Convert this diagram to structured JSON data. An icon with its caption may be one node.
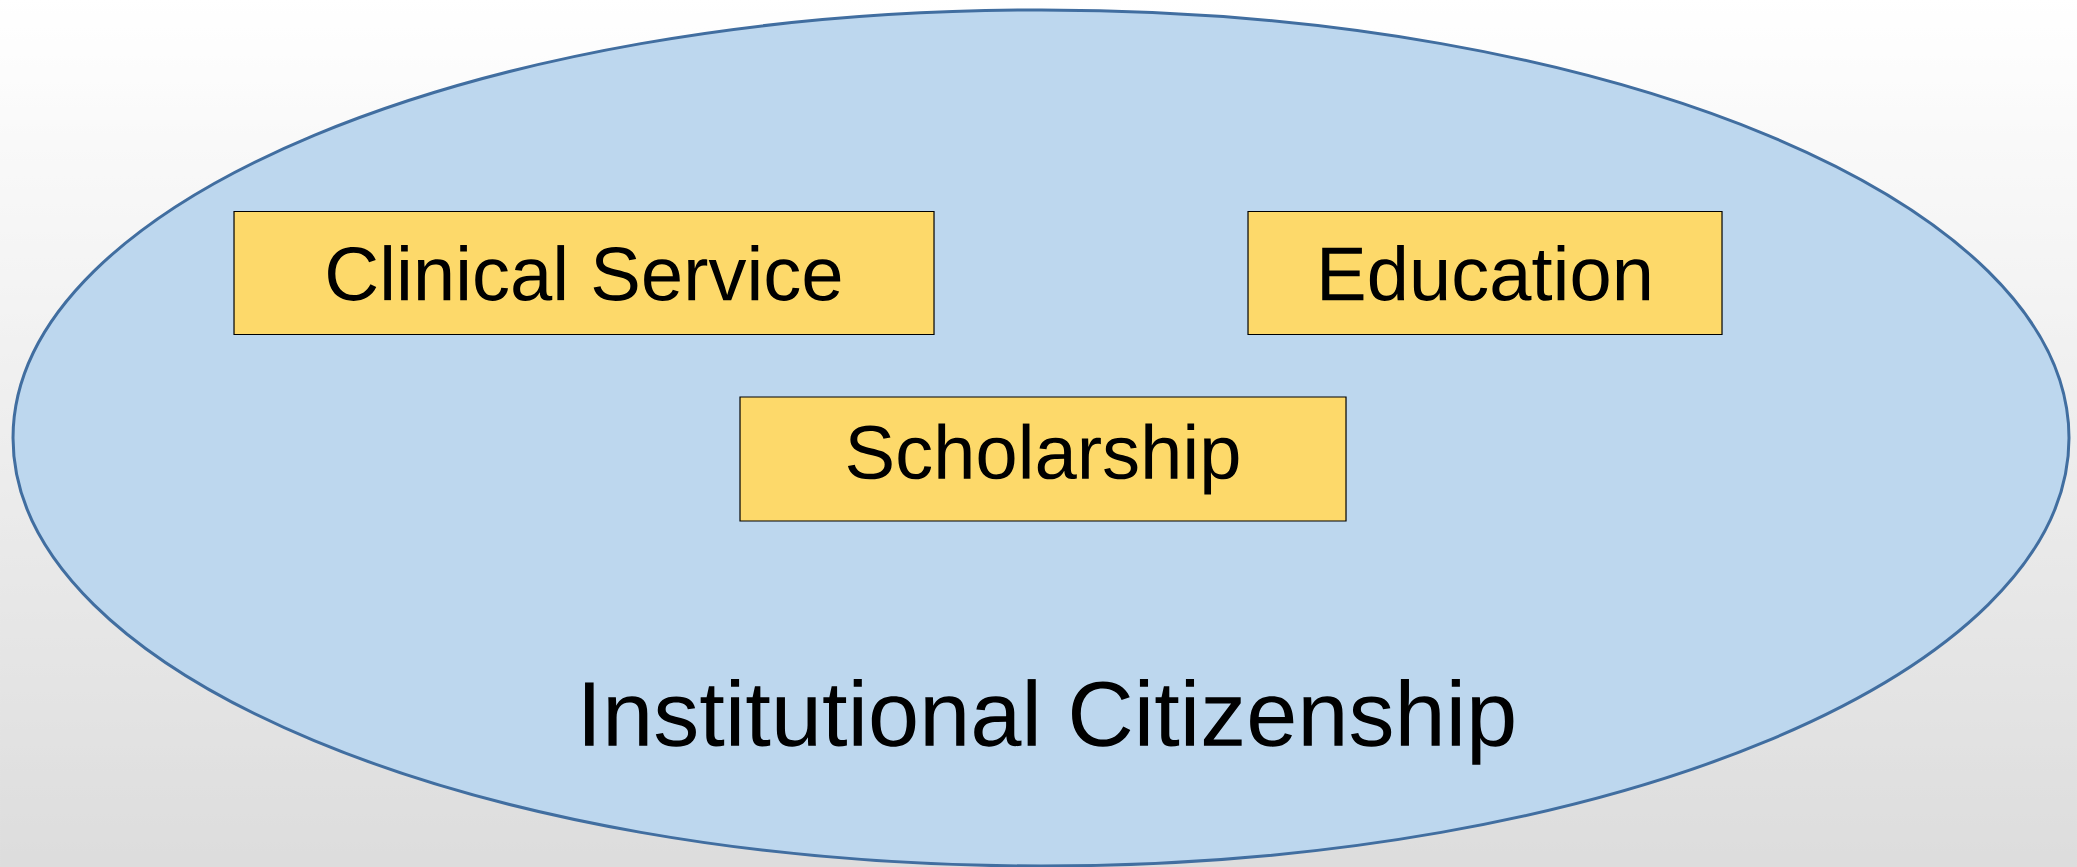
{
  "diagram": {
    "nodes": [
      {
        "text": [
          "Institutional Citizenship"
        ]
      },
      {
        "text": [
          "Clinical Service"
        ],
        "in": 0
      },
      {
        "text": [
          "Education"
        ],
        "in": 0
      },
      {
        "text": [
          "Scholarship"
        ],
        "in": 0
      }
    ]
  }
}
